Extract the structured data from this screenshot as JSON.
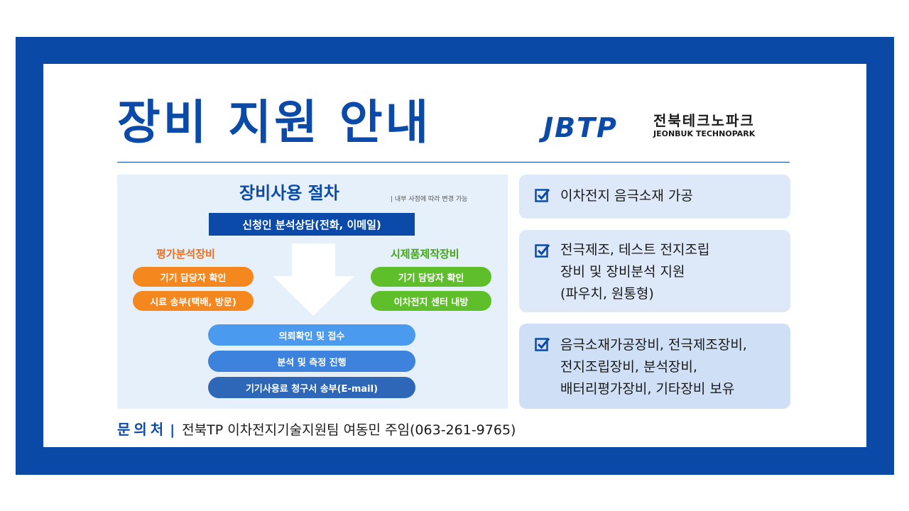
{
  "banner": {
    "title": "장비 지원 안내",
    "logo_mark": "JBTP",
    "logo_kr": "전북테크노파크",
    "logo_en": "JEONBUK TECHNOPARK"
  },
  "procedure": {
    "title": "장비사용 절차",
    "note": "| 내부 사정에 따라 변경 가능",
    "consult": "신청인 분석상담(전화, 이메일)",
    "left_column": {
      "title": "평가분석장비",
      "items": [
        "기기 담당자 확인",
        "시료 송부(택배, 방문)"
      ]
    },
    "right_column": {
      "title": "시제품제작장비",
      "items": [
        "기기 담당자 확인",
        "이차전지 센터 내방"
      ]
    },
    "steps": [
      "의뢰확인 및 접수",
      "분석 및 측정 진행",
      "기기사용료 청구서 송부(E-mail)"
    ]
  },
  "info_boxes": [
    {
      "lines": [
        "이차전지 음극소재 가공"
      ]
    },
    {
      "lines": [
        "전극제조, 테스트 전지조립",
        "장비 및 장비분석 지원",
        "(파우치, 원통형)"
      ]
    },
    {
      "lines": [
        "음극소재가공장비, 전극제조장비,",
        "전지조립장비, 분석장비,",
        "배터리평가장비, 기타장비 보유"
      ]
    }
  ],
  "contact": {
    "label": "문의처",
    "separator": "|",
    "text": "전북TP 이차전지기술지원팀 여동민 주임(063-261-9765)"
  },
  "colors": {
    "primary_blue": "#0b4aa8",
    "orange": "#f5871f",
    "green": "#5fbf2a",
    "step_blues": [
      "#4a9bf0",
      "#3d82dc",
      "#2f67b8"
    ]
  }
}
